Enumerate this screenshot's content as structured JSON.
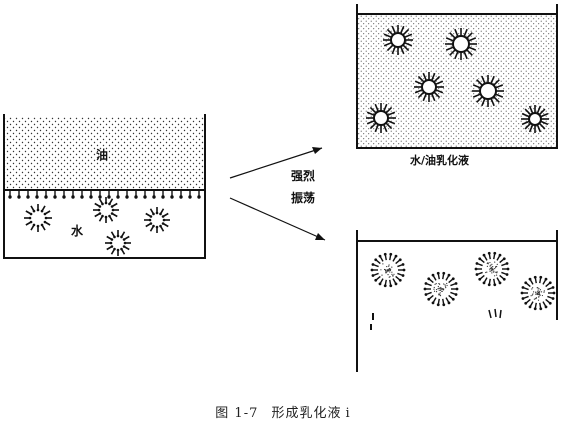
{
  "labels": {
    "oil": "油",
    "water": "水",
    "process_line1": "强烈",
    "process_line2": "振荡",
    "emulsion": "水/油乳化液"
  },
  "caption": {
    "figure_number": "图 1-7",
    "title": "形成乳化液",
    "trailing_glyph": "ⅰ"
  },
  "colors": {
    "ink": "#111111",
    "background": "#ffffff"
  }
}
